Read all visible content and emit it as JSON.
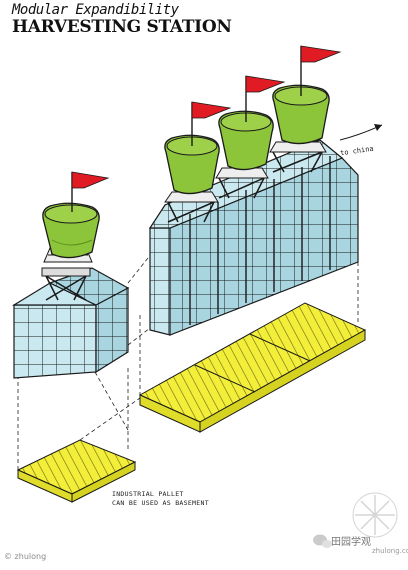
{
  "header": {
    "subtitle": "Modular Expandibility",
    "title": "HARVESTING STATION"
  },
  "annotations": {
    "direction": "to china",
    "pallet_line1": "INDUSTRIAL PALLET",
    "pallet_line2": "CAN BE USED AS BASEMENT"
  },
  "watermarks": {
    "left": "© zhulong",
    "right": "田园学观",
    "right_small": "zhulong.com"
  },
  "colors": {
    "flag": "#e01b24",
    "tank": "#8cc43a",
    "tank_dark": "#5e8f1e",
    "glass": "#c9e8ef",
    "glass_dark": "#9fd0dc",
    "pallet": "#f2ee3a",
    "outline": "#1a1a1a"
  }
}
